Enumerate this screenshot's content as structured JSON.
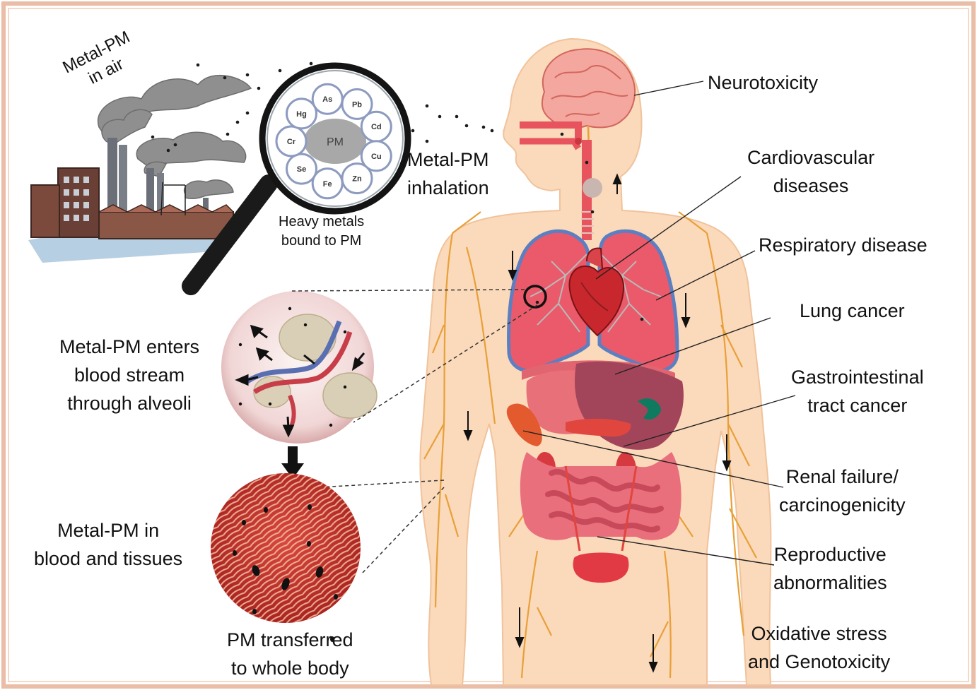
{
  "labels": {
    "source": "Metal-PM\nin air",
    "heavy_metals": "Heavy metals\nbound to PM",
    "inhalation": "Metal-PM\ninhalation",
    "alveoli": "Metal-PM enters\nblood stream\nthrough alveoli",
    "tissues": "Metal-PM in\nblood and tissues",
    "transferred": "PM transferred\nto whole body"
  },
  "magnifier": {
    "center": "PM",
    "metals": [
      "As",
      "Pb",
      "Cd",
      "Cu",
      "Zn",
      "Fe",
      "Se",
      "Cr",
      "Hg"
    ]
  },
  "effects": [
    "Neurotoxicity",
    "Cardiovascular\ndiseases",
    "Respiratory disease",
    "Lung cancer",
    "Gastrointestinal\ntract cancer",
    "Renal failure/\ncarcinogenicity",
    "Reproductive\nabnormalities",
    "Oxidative stress\nand Genotoxicity"
  ],
  "colors": {
    "frame": "#e9bda6",
    "skin": "#fbd9bb",
    "lung": "#ea5a6a",
    "organ": "#e2505e",
    "smoke": "#8f8f8f",
    "vessel": "#e8a038"
  }
}
